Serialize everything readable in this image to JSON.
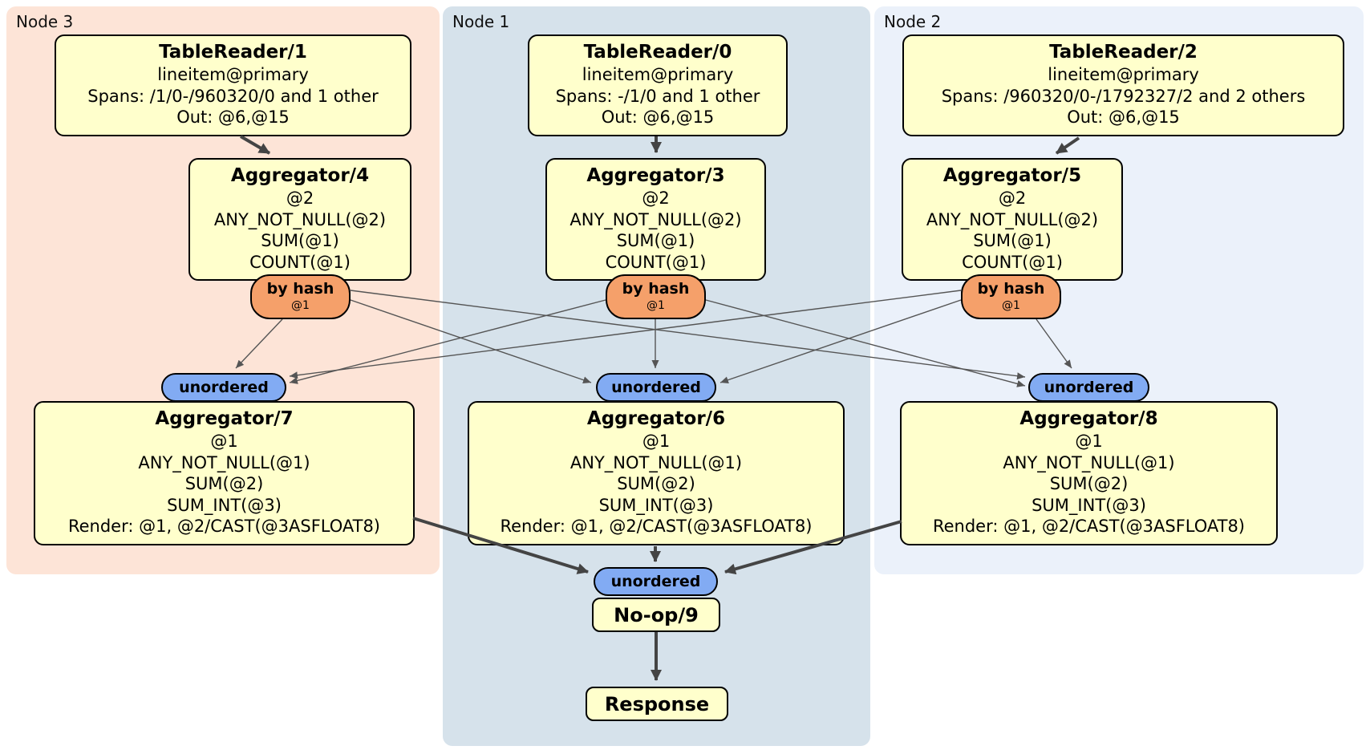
{
  "colors": {
    "canvas_bg": "#ffffff",
    "node3_bg": "#fde4d7",
    "node1_bg": "#d6e2eb",
    "node2_bg": "#ebf1fa",
    "processor_bg": "#ffffcc",
    "router_bg": "#f5a06a",
    "sync_bg": "#82abf3",
    "border": "#000000",
    "edge_thin": "#555555",
    "edge_thick": "#444444"
  },
  "regions": {
    "node3": {
      "label": "Node 3"
    },
    "node1": {
      "label": "Node 1"
    },
    "node2": {
      "label": "Node 2"
    }
  },
  "processors": {
    "tr1": {
      "title": "TableReader/1",
      "lines": [
        "lineitem@primary",
        "Spans: /1/0-/960320/0 and 1 other",
        "Out: @6,@15"
      ]
    },
    "tr0": {
      "title": "TableReader/0",
      "lines": [
        "lineitem@primary",
        "Spans: -/1/0 and 1 other",
        "Out: @6,@15"
      ]
    },
    "tr2": {
      "title": "TableReader/2",
      "lines": [
        "lineitem@primary",
        "Spans: /960320/0-/1792327/2 and 2 others",
        "Out: @6,@15"
      ]
    },
    "agg4": {
      "title": "Aggregator/4",
      "lines": [
        "@2",
        "ANY_NOT_NULL(@2)",
        "SUM(@1)",
        "COUNT(@1)"
      ]
    },
    "agg3": {
      "title": "Aggregator/3",
      "lines": [
        "@2",
        "ANY_NOT_NULL(@2)",
        "SUM(@1)",
        "COUNT(@1)"
      ]
    },
    "agg5": {
      "title": "Aggregator/5",
      "lines": [
        "@2",
        "ANY_NOT_NULL(@2)",
        "SUM(@1)",
        "COUNT(@1)"
      ]
    },
    "agg7": {
      "title": "Aggregator/7",
      "lines": [
        "@1",
        "ANY_NOT_NULL(@1)",
        "SUM(@2)",
        "SUM_INT(@3)",
        "Render: @1, @2/CAST(@3ASFLOAT8)"
      ]
    },
    "agg6": {
      "title": "Aggregator/6",
      "lines": [
        "@1",
        "ANY_NOT_NULL(@1)",
        "SUM(@2)",
        "SUM_INT(@3)",
        "Render: @1, @2/CAST(@3ASFLOAT8)"
      ]
    },
    "agg8": {
      "title": "Aggregator/8",
      "lines": [
        "@1",
        "ANY_NOT_NULL(@1)",
        "SUM(@2)",
        "SUM_INT(@3)",
        "Render: @1, @2/CAST(@3ASFLOAT8)"
      ]
    },
    "noop": {
      "title": "No-op/9"
    },
    "response": {
      "title": "Response"
    }
  },
  "routers": {
    "bh1": {
      "label": "by hash",
      "sublabel": "@1"
    },
    "bh2": {
      "label": "by hash",
      "sublabel": "@1"
    },
    "bh3": {
      "label": "by hash",
      "sublabel": "@1"
    }
  },
  "syncs": {
    "u1": {
      "label": "unordered"
    },
    "u2": {
      "label": "unordered"
    },
    "u3": {
      "label": "unordered"
    },
    "uf": {
      "label": "unordered"
    }
  }
}
